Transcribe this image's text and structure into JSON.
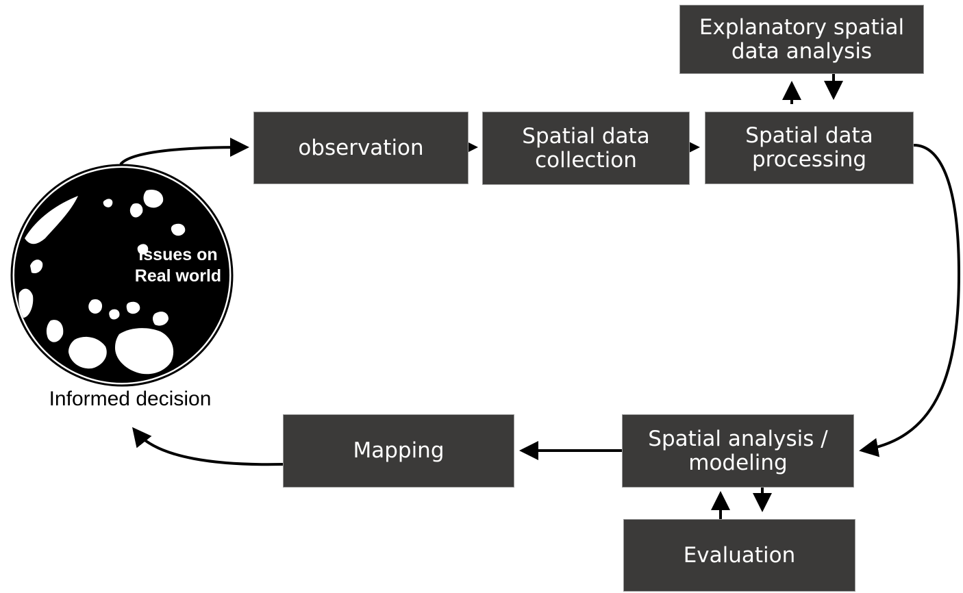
{
  "diagram": {
    "nodes": {
      "observation": "observation",
      "collection": "Spatial data\ncollection",
      "processing": "Spatial data\nprocessing",
      "explanatory": "Explanatory spatial\ndata analysis",
      "analysis": "Spatial analysis /\nmodeling",
      "evaluation": "Evaluation",
      "mapping": "Mapping"
    },
    "globe": {
      "label": "Issues on\nReal world",
      "caption": "Informed decision",
      "icon": "globe-icon"
    },
    "colors": {
      "box_fill": "#3b3a39",
      "box_border": "#9a9a9a",
      "box_text": "#ffffff",
      "arrow": "#000000"
    }
  }
}
